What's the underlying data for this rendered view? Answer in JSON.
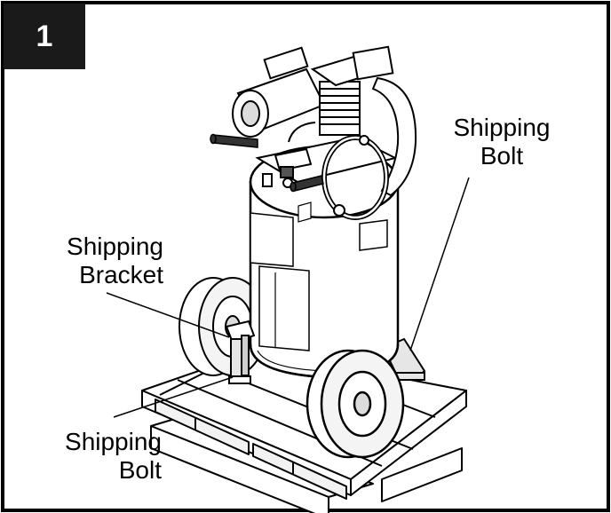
{
  "step": {
    "number": "1"
  },
  "labels": {
    "top_right_bolt": [
      "Shipping",
      "Bolt"
    ],
    "bracket": [
      "Shipping",
      "Bracket"
    ],
    "bottom_bolt": [
      "Shipping",
      "Bolt"
    ]
  },
  "colors": {
    "ink": "#000000",
    "badge_bg": "#1a1a1a",
    "shade": "#d9d9d9"
  }
}
